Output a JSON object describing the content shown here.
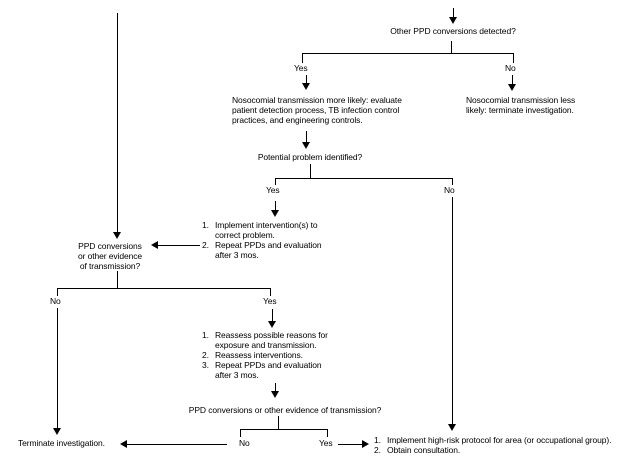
{
  "colors": {
    "background": "#ffffff",
    "line": "#000000",
    "text": "#000000"
  },
  "flowchart": {
    "q_other_conversions": "Other PPD conversions detected?",
    "label_yes": "Yes",
    "label_no": "No",
    "more_likely": {
      "line1": "Nosocomial transmission more likely: evaluate",
      "line2": "patient detection process, TB infection control",
      "line3": "practices, and engineering controls."
    },
    "less_likely": {
      "line1": "Nosocomial transmission less",
      "line2": "likely: terminate investigation."
    },
    "q_problem": "Potential problem identified?",
    "intervention_steps": [
      {
        "num": "1.",
        "line1": "Implement intervention(s) to",
        "line2": "correct problem."
      },
      {
        "num": "2.",
        "line1": "Repeat PPDs and evaluation",
        "line2": "after 3 mos."
      }
    ],
    "q_ppd_box": {
      "line1": "PPD conversions",
      "line2": "or other evidence",
      "line3": "of transmission?"
    },
    "reassess_steps": [
      {
        "num": "1.",
        "line1": "Reassess possible reasons for",
        "line2": "exposure and transmission."
      },
      {
        "num": "2.",
        "line1": "Reassess interventions."
      },
      {
        "num": "3.",
        "line1": "Repeat PPDs and evaluation",
        "line2": "after 3 mos."
      }
    ],
    "q_ppd_other": "PPD conversions or other evidence of transmission?",
    "terminate": "Terminate investigation.",
    "high_risk_steps": [
      {
        "num": "1.",
        "line1": "Implement high-risk protocol for area (or occupational group)."
      },
      {
        "num": "2.",
        "line1": "Obtain consultation."
      }
    ]
  }
}
